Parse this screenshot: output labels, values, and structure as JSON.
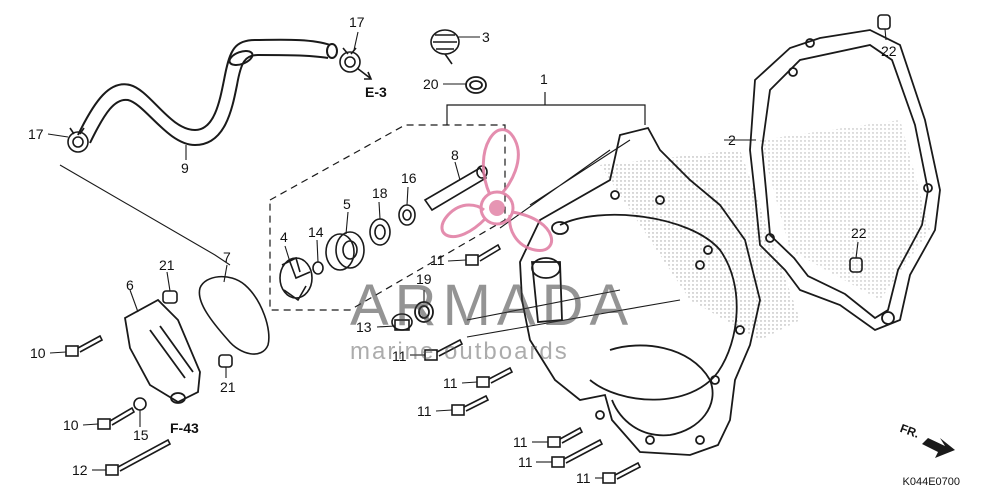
{
  "labels": {
    "l1": "1",
    "l2": "2",
    "l3": "3",
    "l4": "4",
    "l5": "5",
    "l6": "6",
    "l7": "7",
    "l8": "8",
    "l9": "9",
    "l10a": "10",
    "l10b": "10",
    "l11a": "11",
    "l11b": "11",
    "l11c": "11",
    "l11d": "11",
    "l11e": "11",
    "l11f": "11",
    "l11g": "11",
    "l12": "12",
    "l13": "13",
    "l14": "14",
    "l15": "15",
    "l16": "16",
    "l17a": "17",
    "l17b": "17",
    "l18": "18",
    "l19": "19",
    "l20": "20",
    "l21a": "21",
    "l21b": "21",
    "l22a": "22",
    "l22b": "22"
  },
  "refs": {
    "e3": "E-3",
    "f43": "F-43"
  },
  "direction": "FR.",
  "diagram_code": "K044E0700",
  "watermark": {
    "title": "ARMADA",
    "subtitle": "marine outboards"
  },
  "colors": {
    "line": "#1a1a1a",
    "watermark_pink": "#e07aa0",
    "stipple": "#777777"
  }
}
